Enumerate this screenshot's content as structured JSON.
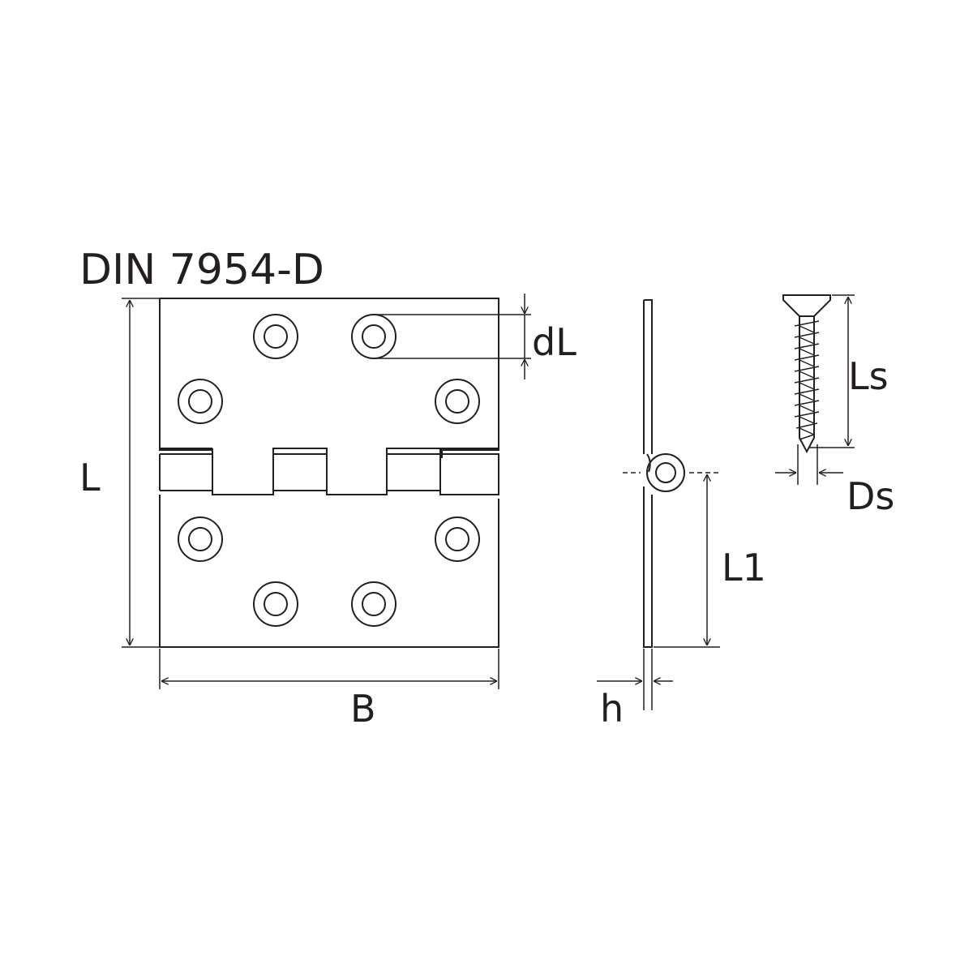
{
  "title": "DIN 7954-D",
  "labels": {
    "length": "L",
    "width": "B",
    "hole_diameter": "dL",
    "thickness": "h",
    "pin_offset": "L1",
    "screw_length": "Ls",
    "screw_diameter": "Ds"
  },
  "colors": {
    "line": "#231f20",
    "background": "#ffffff"
  }
}
